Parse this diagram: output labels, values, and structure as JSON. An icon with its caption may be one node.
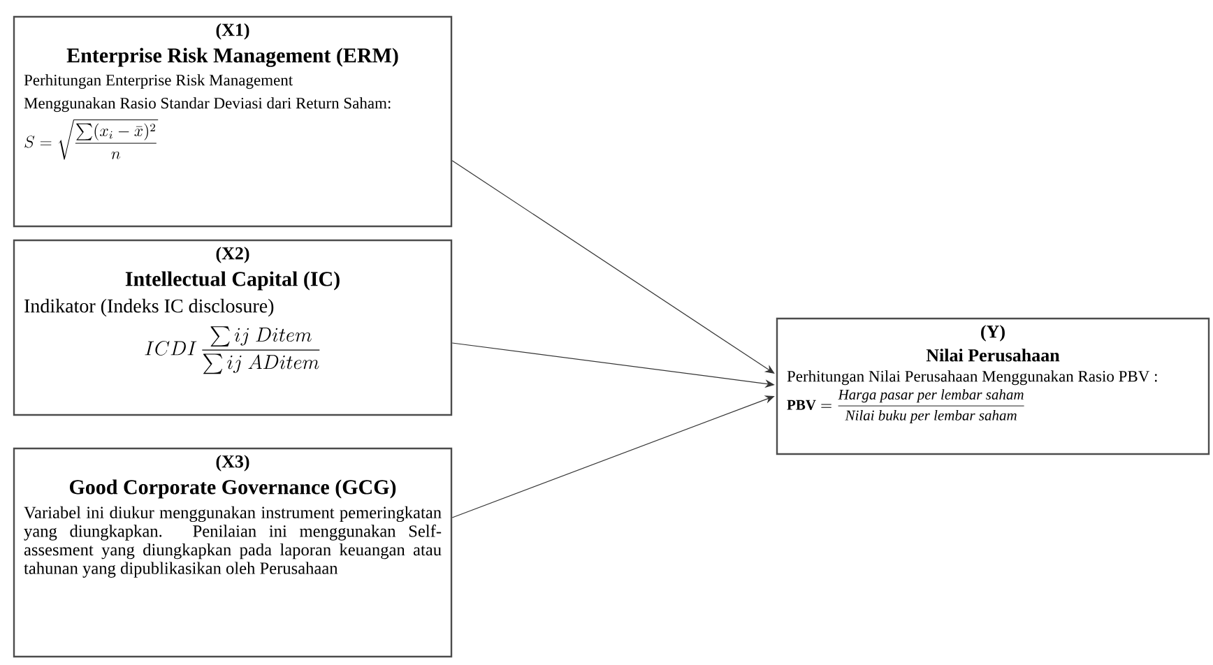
{
  "diagram": {
    "nodes": [
      {
        "text": [
          "(X1)",
          "Enterprise Risk Management (ERM)",
          "Perhitungan Enterprise Risk Management",
          "Menggunakan Rasio Standar Deviasi dari Return Saham:",
          "S = \\sqrt{\\frac{\\sum (x_i - \\bar{x})^2}{n}}"
        ]
      },
      {
        "text": [
          "(X2)",
          "Intellectual Capital (IC)",
          "Indikator (Indeks IC disclosure)",
          "ICDI\\,\\frac{\\sum ij\\ Ditem}{\\sum ij\\ ADitem}"
        ]
      },
      {
        "text": [
          "(X3)",
          "Good Corporate Governance (GCG)",
          "Variabel ini diukur menggunakan instrument pemeringkatan yang diungkapkan. Penilaian ini menggunakan Self-assesment yang diungkapkan pada laporan keuangan atau tahunan yang dipublikasikan oleh Perusahaan"
        ]
      },
      {
        "text": [
          "(Y)",
          "Nilai Perusahaan",
          "Perhitungan Nilai Perusahaan Menggunakan Rasio PBV :",
          "\\mathbf{PBV} = \\frac{\\mathit{Harga\\ pasar\\ per\\ lembar\\ saham}}{\\mathit{Nilai\\ buku\\ per\\ lembar\\ saham}}"
        ]
      }
    ],
    "edges": [
      {
        "from": 0,
        "to": 3,
        "arrow": "to"
      },
      {
        "from": 1,
        "to": 3,
        "arrow": "to"
      },
      {
        "from": 2,
        "to": 3,
        "arrow": "to"
      }
    ]
  }
}
